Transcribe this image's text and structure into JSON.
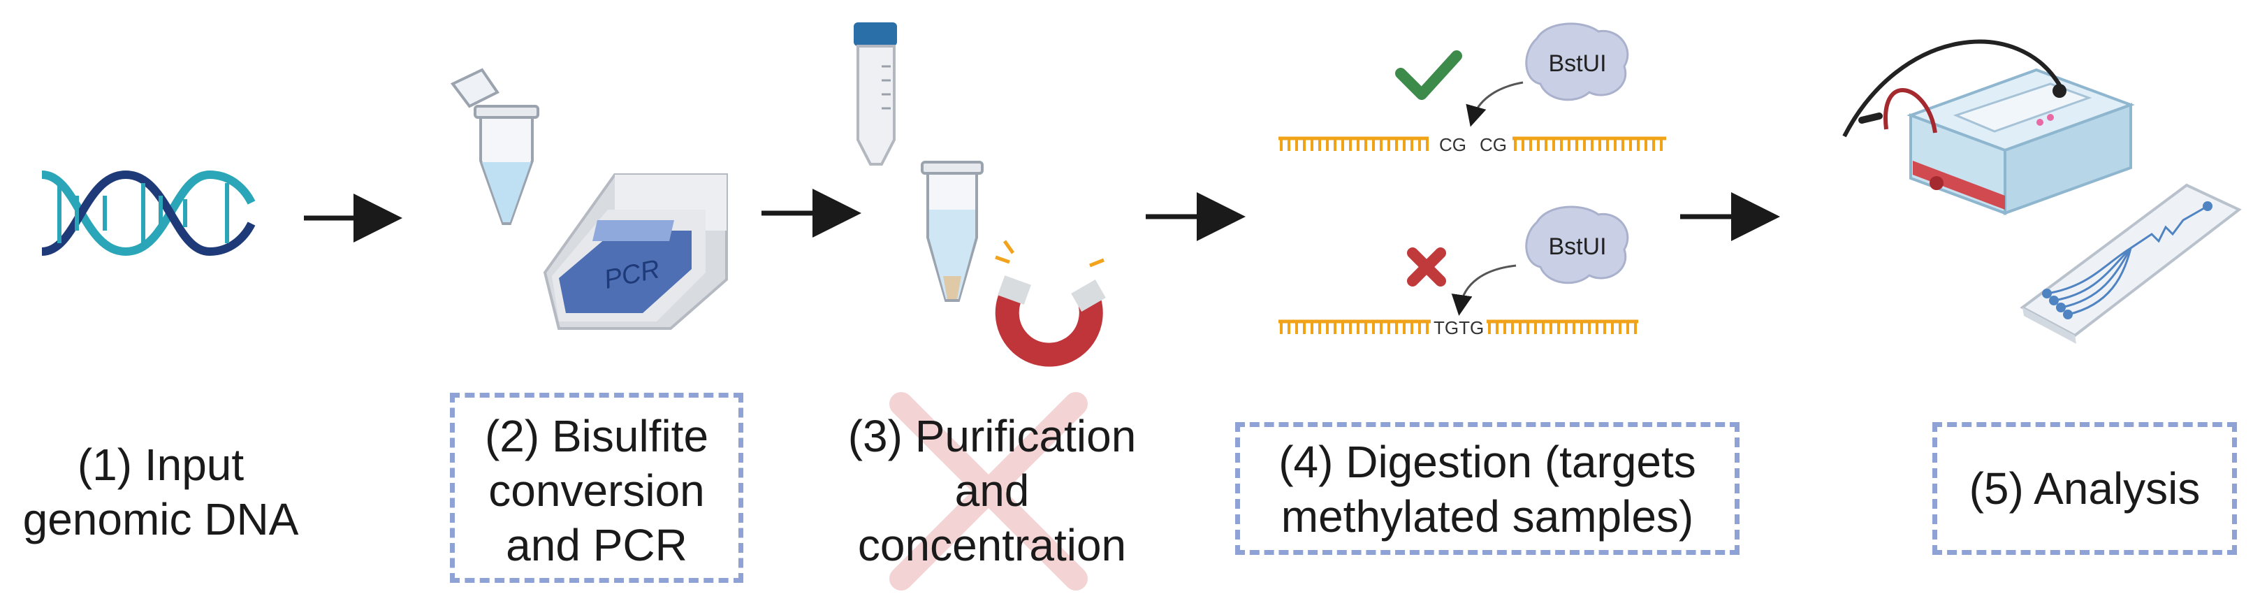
{
  "steps": [
    {
      "label_lines": [
        "(1) Input",
        "genomic DNA"
      ],
      "boxed": false
    },
    {
      "label_lines": [
        "(2) Bisulfite",
        "conversion",
        "and PCR"
      ],
      "boxed": true
    },
    {
      "label_lines": [
        "(3) Purification",
        "and",
        "concentration"
      ],
      "boxed": false,
      "crossed_out": true
    },
    {
      "label_lines": [
        "(4) Digestion (targets",
        "methylated samples)"
      ],
      "boxed": true
    },
    {
      "label_lines": [
        "(5) Analysis"
      ],
      "boxed": true
    }
  ],
  "pcr_label": "PCR",
  "enzyme_label": "BstUI",
  "methylated_site": {
    "left": "CG",
    "right": "CG",
    "outcome_icon": "check-icon"
  },
  "unmethylated_site": {
    "sequence": "TGTG",
    "outcome_icon": "cross-icon"
  },
  "colors": {
    "dna_teal": "#2aa6b8",
    "dna_navy": "#1e3a78",
    "strand_orange": "#f0a318",
    "check_green": "#3d8b4a",
    "cross_red": "#c0393b",
    "box_dash": "#8ea2d6",
    "enzyme_fill": "#c9cfe4",
    "pcr_screen": "#4f6fb5",
    "magnet_red": "#c0353a"
  }
}
